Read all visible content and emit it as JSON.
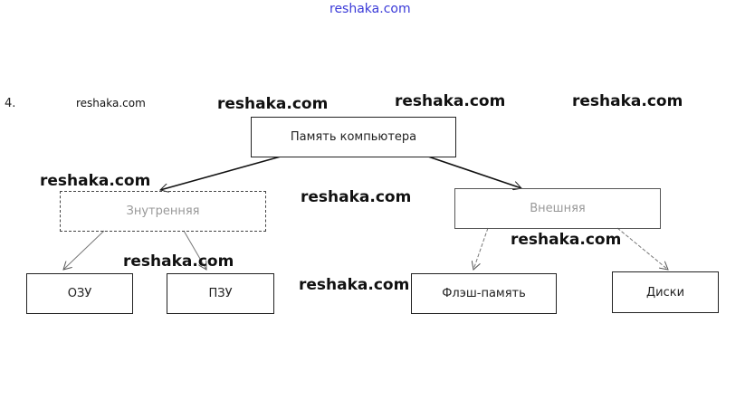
{
  "question_number": "4.",
  "diagram": {
    "root": "Память компьютера",
    "internal": {
      "label": "Знутренняя",
      "children": [
        "ОЗУ",
        "ПЗУ"
      ]
    },
    "external": {
      "label": "Внешняя",
      "children": [
        "Флэш-память",
        "Диски"
      ]
    }
  },
  "watermarks": [
    "reshaka.com",
    "reshaka.com",
    "reshaka.com",
    "reshaka.com",
    "reshaka.com",
    "reshaka.com",
    "reshaka.com",
    "reshaka.com",
    "reshaka.com",
    "reshaka.com"
  ]
}
